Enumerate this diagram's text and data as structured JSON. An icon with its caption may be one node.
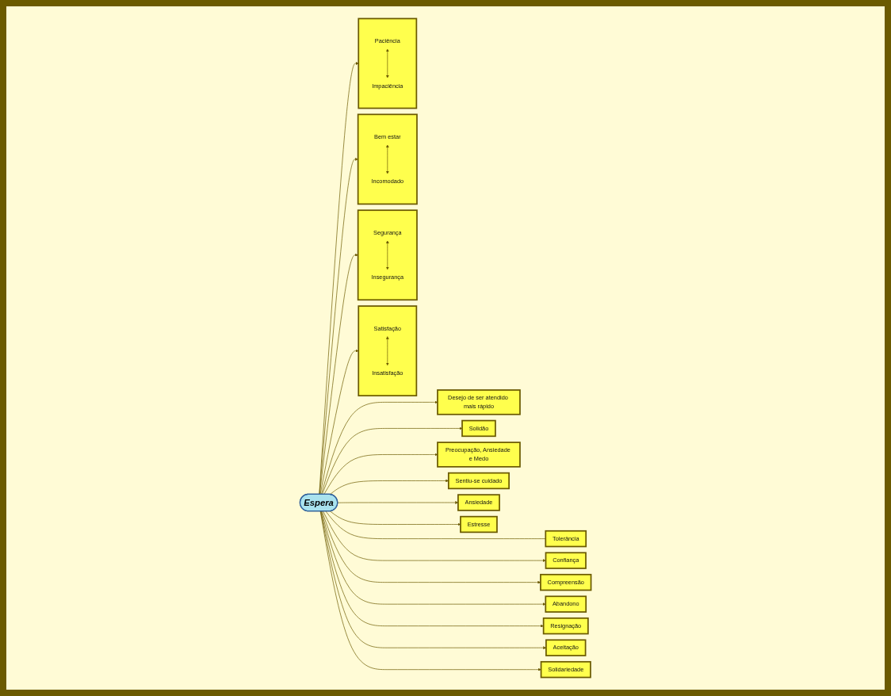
{
  "diagram": {
    "nodes": [
      {
        "text": [
          "Desejo de ser atendido mais rápido"
        ]
      },
      {
        "text": [
          "Solidão"
        ]
      },
      {
        "text": [],
        "shape": "box"
      },
      {
        "text": [
          "Satisfação"
        ],
        "in": 2
      },
      {
        "text": [
          "Insatisfação"
        ],
        "in": 2
      },
      {
        "text": [
          "Preocupação, Ansiedade e Medo"
        ]
      },
      {
        "text": [
          "Sentiu-se cuidado"
        ]
      },
      {
        "text": [
          "Ansiedade"
        ]
      },
      {
        "text": [
          "Estresse"
        ]
      },
      {
        "text": [
          "Tolerância"
        ]
      },
      {
        "text": [],
        "shape": "box"
      },
      {
        "text": [
          "Segurança"
        ],
        "in": 10
      },
      {
        "text": [
          "Insegurança"
        ],
        "in": 10
      },
      {
        "text": [
          "Espera"
        ]
      },
      {
        "text": [
          "Confiança"
        ]
      },
      {
        "text": [],
        "shape": "box"
      },
      {
        "text": [
          "Bem estar"
        ],
        "in": 15
      },
      {
        "text": [
          "Incomodado"
        ],
        "in": 15
      },
      {
        "text": [
          "Compreensão"
        ]
      },
      {
        "text": [
          "Abandono"
        ]
      },
      {
        "text": [
          "Resignação"
        ]
      },
      {
        "text": [],
        "shape": "box"
      },
      {
        "text": [
          "Paciência"
        ],
        "in": 21
      },
      {
        "text": [
          "Impaciência"
        ],
        "in": 21
      },
      {
        "text": [
          "Aceitação"
        ]
      },
      {
        "text": [
          "Solidariedade"
        ]
      }
    ],
    "edges": [
      {
        "from": 13,
        "to": 0,
        "arrow": "to"
      },
      {
        "from": 13,
        "to": 1,
        "arrow": "to"
      },
      {
        "from": 13,
        "to": 2,
        "arrow": "to"
      },
      {
        "from": 13,
        "to": 5,
        "arrow": "to"
      },
      {
        "from": 13,
        "to": 6,
        "arrow": "to"
      },
      {
        "from": 13,
        "to": 7,
        "arrow": "to"
      },
      {
        "from": 13,
        "to": 8,
        "arrow": "to"
      },
      {
        "from": 13,
        "to": 9,
        "arrow": "none"
      },
      {
        "from": 13,
        "to": 10,
        "arrow": "to"
      },
      {
        "from": 13,
        "to": 14,
        "arrow": "to"
      },
      {
        "from": 13,
        "to": 15,
        "arrow": "to"
      },
      {
        "from": 13,
        "to": 18,
        "arrow": "to"
      },
      {
        "from": 13,
        "to": 19,
        "arrow": "to"
      },
      {
        "from": 13,
        "to": 20,
        "arrow": "to"
      },
      {
        "from": 13,
        "to": 21,
        "arrow": "to"
      },
      {
        "from": 13,
        "to": 24,
        "arrow": "to"
      },
      {
        "from": 13,
        "to": 25,
        "arrow": "to"
      },
      {
        "from": 3,
        "to": 4,
        "arrow": "both"
      },
      {
        "from": 11,
        "to": 12,
        "arrow": "both"
      },
      {
        "from": 16,
        "to": 17,
        "arrow": "both"
      },
      {
        "from": 22,
        "to": 23,
        "arrow": "both"
      }
    ]
  }
}
